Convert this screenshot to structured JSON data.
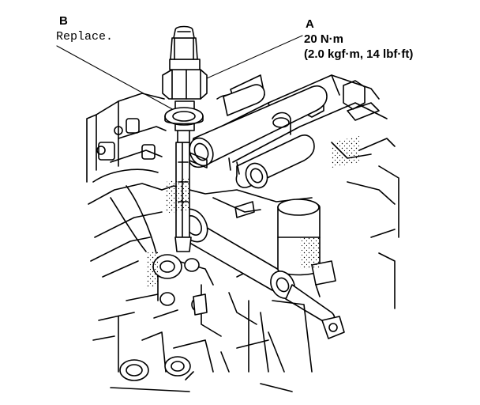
{
  "callout_a": {
    "letter": "A",
    "torque_nm": "20 N·m",
    "torque_alt": "(2.0 kgf·m, 14 lbf·ft)"
  },
  "callout_b": {
    "letter": "B",
    "note": "Replace."
  }
}
